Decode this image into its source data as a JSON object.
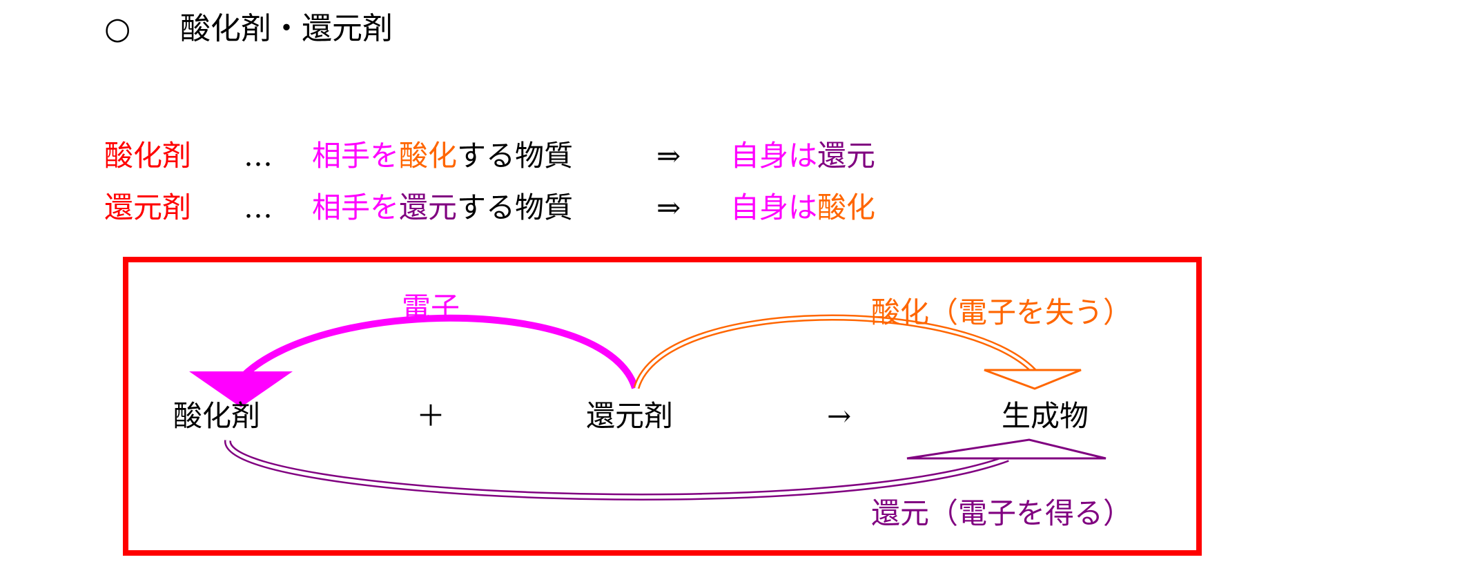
{
  "title": {
    "bullet": "○",
    "text": "酸化剤・還元剤"
  },
  "definitions": [
    {
      "term": "酸化剤",
      "ellipsis": "…",
      "desc_a": "相手を",
      "desc_b": "酸化",
      "desc_c": "する物質",
      "implies": "⇒",
      "res_a": "自身は",
      "res_b": "還元"
    },
    {
      "term": "還元剤",
      "ellipsis": "…",
      "desc_a": "相手を",
      "desc_b": "還元",
      "desc_c": "する物質",
      "implies": "⇒",
      "res_a": "自身は",
      "res_b": "酸化"
    }
  ],
  "diagram": {
    "electron_label": "電子",
    "oxidation_label": "酸化（電子を失う）",
    "reduction_label": "還元（電子を得る）",
    "oxidizer": "酸化剤",
    "plus": "＋",
    "reducer": "還元剤",
    "arrow": "→",
    "product": "生成物"
  },
  "colors": {
    "red": "#ff0000",
    "magenta": "#ff00ff",
    "orange": "#ff6600",
    "purple": "#800080"
  }
}
